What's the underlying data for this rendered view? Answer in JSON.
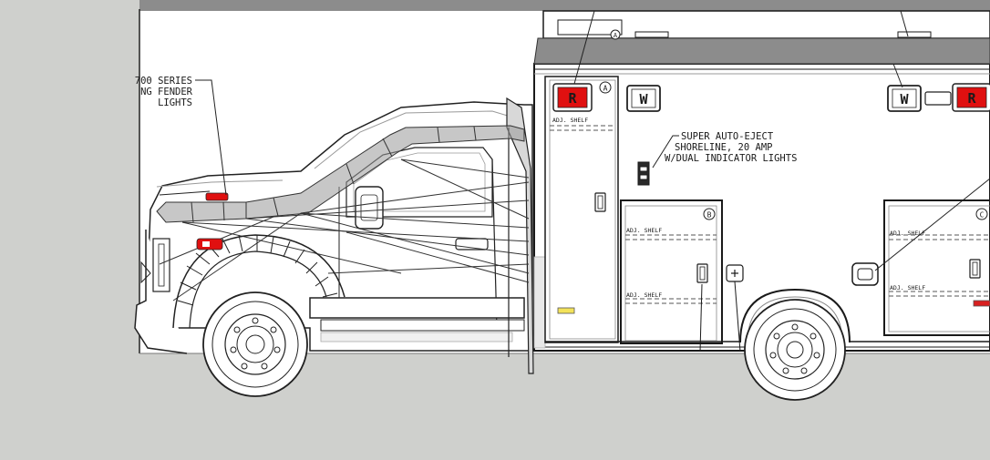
{
  "colors": {
    "background": "#cfd0cd",
    "sheet": "#ffffff",
    "roof": "#8c8c8c",
    "light_red": "#e01010",
    "line": "#1a1a1a",
    "grey_line": "#9a9a9a"
  },
  "callouts": {
    "fender_lights": [
      "700 SERIES",
      "NG FENDER",
      "LIGHTS"
    ],
    "shoreline": [
      "SUPER AUTO-EJECT",
      "SHORELINE, 20 AMP",
      "W/DUAL INDICATOR LIGHTS"
    ]
  },
  "lights": {
    "red_label": "R",
    "white_label": "W"
  },
  "compartments": {
    "a": "A",
    "b": "B",
    "c": "C",
    "shelf_label": "ADJ. SHELF"
  }
}
